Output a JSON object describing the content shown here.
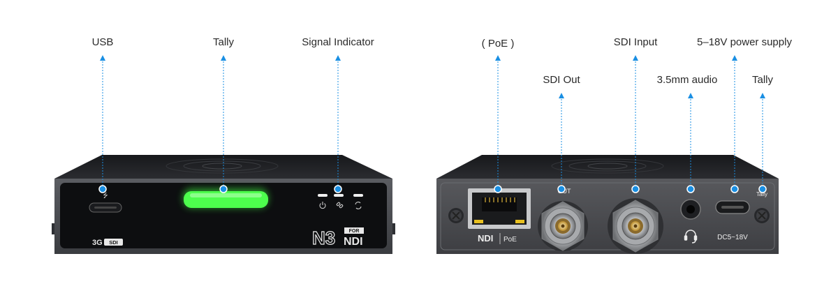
{
  "callouts_front": [
    {
      "id": "usb",
      "label": "USB"
    },
    {
      "id": "tally",
      "label": "Tally"
    },
    {
      "id": "signal",
      "label": "Signal Indicator"
    }
  ],
  "callouts_rear": [
    {
      "id": "poe",
      "label": "( PoE )"
    },
    {
      "id": "sdi-out",
      "label": "SDI Out"
    },
    {
      "id": "sdi-input",
      "label": "SDI Input"
    },
    {
      "id": "audio",
      "label": "3.5mm audio"
    },
    {
      "id": "power",
      "label": "5–18V power supply"
    },
    {
      "id": "tally-rear",
      "label": "Tally"
    }
  ],
  "front_panel": {
    "badge_3g": "3G",
    "badge_sdi": "SDI",
    "logo_n3": "N3",
    "logo_for": "FOR",
    "logo_ndi": "NDI"
  },
  "rear_panel": {
    "ndi_text": "NDI",
    "poe_text": "PoE",
    "out_text": "OUT",
    "dc_text": "DC5~18V",
    "tally_text": "Tally"
  },
  "colors": {
    "callout_blue": "#1a8fe3",
    "tally_green": "#4dff4d",
    "device_body": "#3b3d42"
  }
}
